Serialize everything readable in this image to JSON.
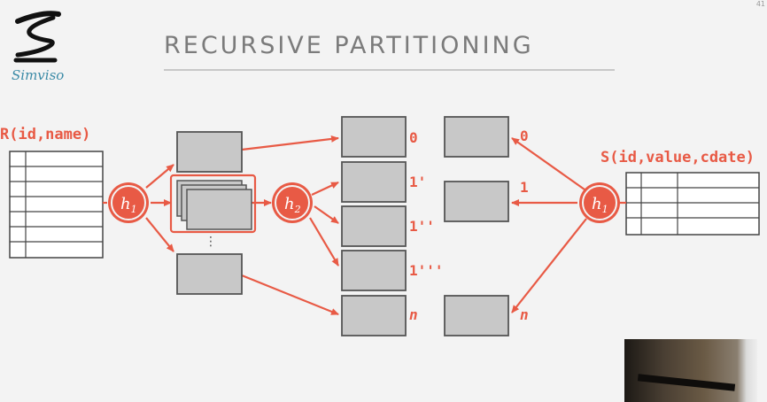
{
  "slide": {
    "title": "RECURSIVE PARTITIONING",
    "number": "41",
    "logo_text": "Simviso"
  },
  "relations": {
    "left": "R(id,name)",
    "right": "S(id,value,cdate)"
  },
  "hash_functions": {
    "h1_left": "h",
    "h1_left_sub": "1",
    "h2": "h",
    "h2_sub": "2",
    "h1_right": "h",
    "h1_right_sub": "1"
  },
  "partitions_r": [
    "0",
    "1'",
    "1''",
    "1'''",
    "n"
  ],
  "partitions_s": [
    "0",
    "1",
    "n"
  ],
  "ellipsis": "⋮",
  "colors": {
    "accent": "#e85a45",
    "box_fill": "#c8c8c8",
    "box_stroke": "#555555",
    "title": "#7b7b7b",
    "logo": "#3a8aa6"
  }
}
